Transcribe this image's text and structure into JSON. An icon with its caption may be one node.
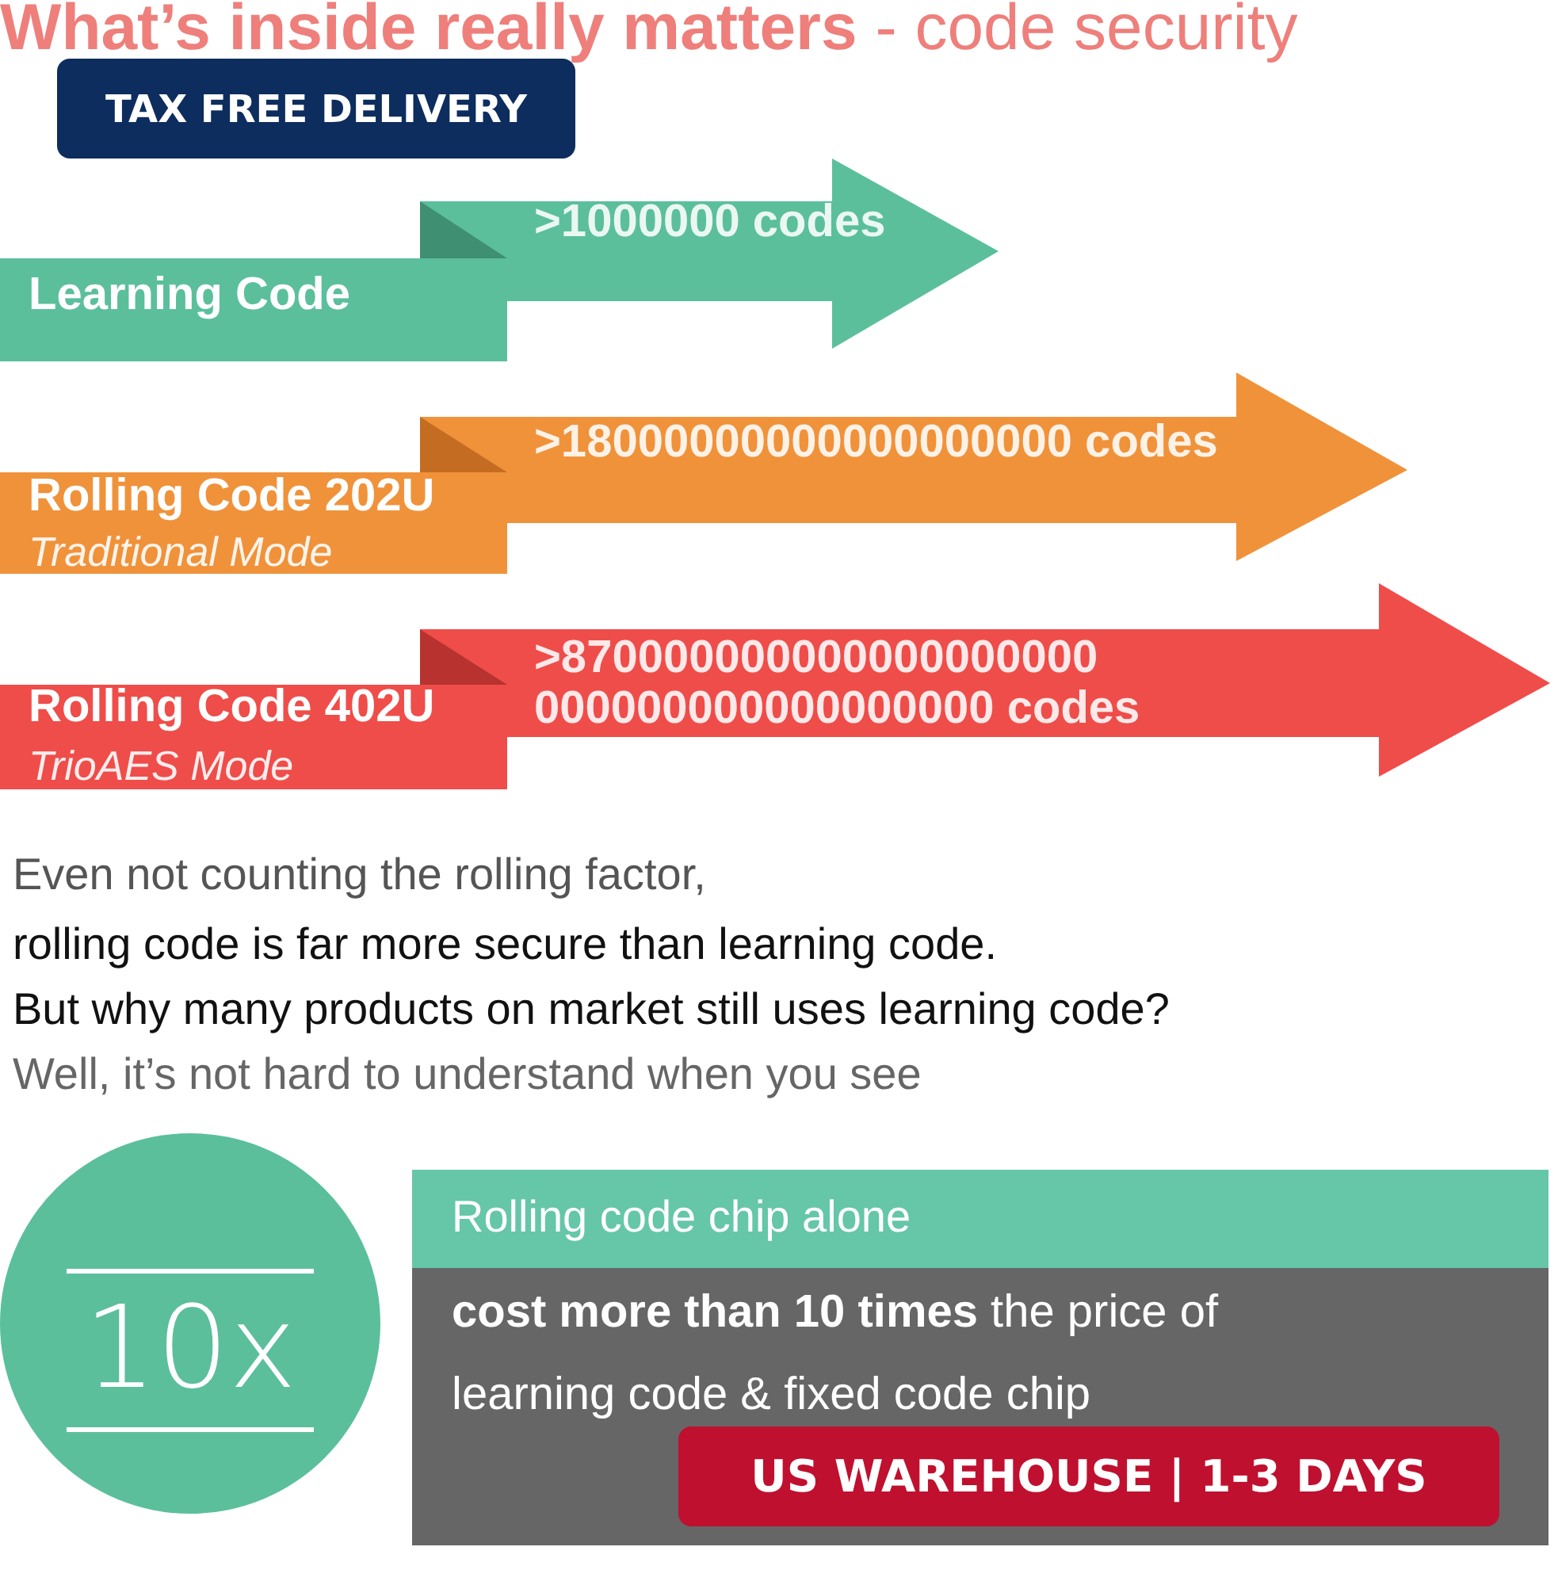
{
  "diagram": {
    "title": "**What’s inside really matters** - code security",
    "nodes": [
      {
        "text": [
          "TAX FREE DELIVERY"
        ]
      },
      {
        "text": [
          "Learning Code",
          ">1000000 codes"
        ]
      },
      {
        "text": [
          "Rolling Code 202U",
          "Traditional Mode",
          ">18000000000000000000 codes"
        ]
      },
      {
        "text": [
          "Rolling Code 402U",
          "TrioAES Mode",
          ">870000000000000000000 000000000000000000 codes"
        ]
      },
      {
        "text": [
          "10x"
        ]
      },
      {
        "text": [
          "Rolling code chip alone",
          "**cost more than 10 times** the price of learning code & fixed code chip"
        ]
      },
      {
        "text": [
          "US WAREHOUSE | 1-3 DAYS"
        ],
        "in": 5
      }
    ],
    "labels": [
      "Even not counting the rolling factor,",
      "rolling code is far more secure than learning code.",
      "But why many products on market still uses learning code?",
      "Well, it’s not hard to understand when you see"
    ]
  }
}
